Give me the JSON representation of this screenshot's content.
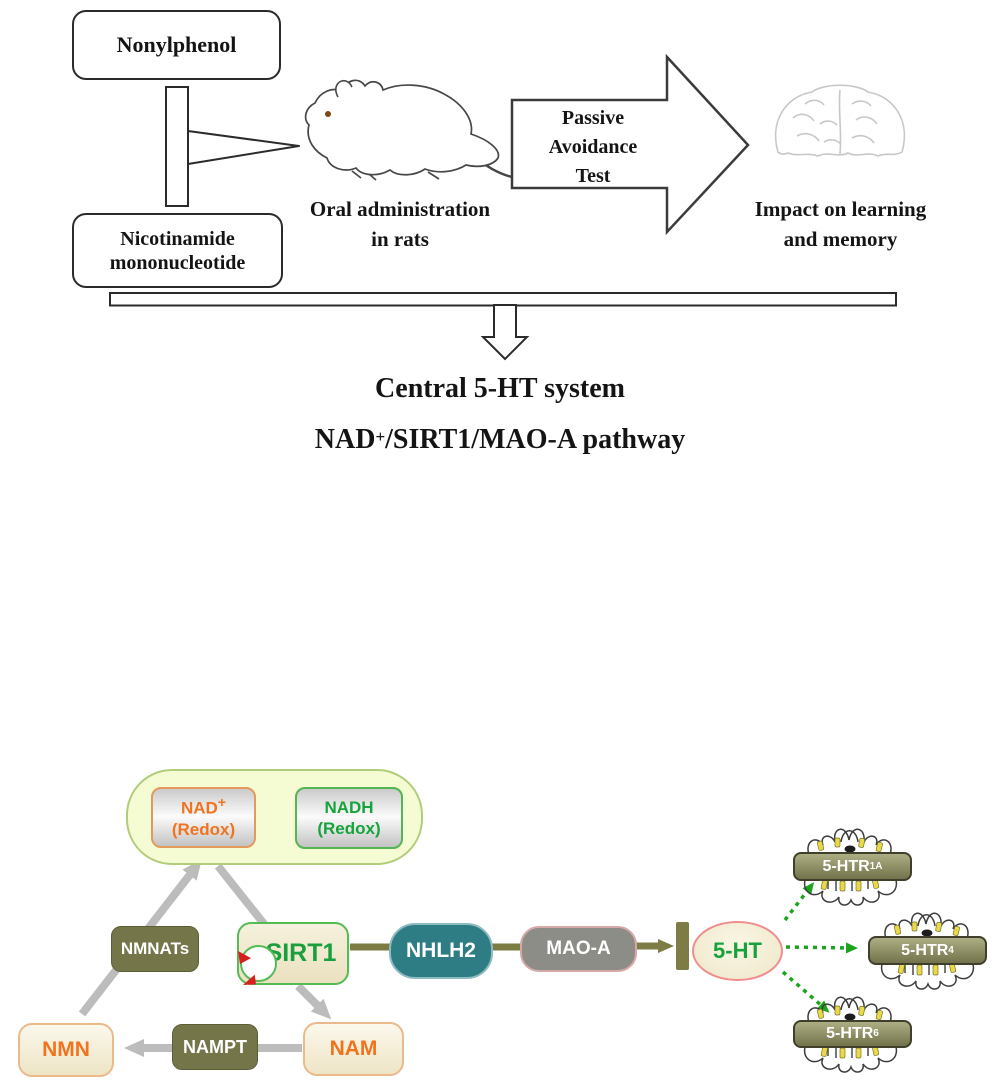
{
  "top": {
    "nonylphenol": "Nonylphenol",
    "nicotinamide_line1": "Nicotinamide",
    "nicotinamide_line2": "mononucleotide",
    "oral_line1": "Oral administration",
    "oral_line2": "in rats",
    "passive_line1": "Passive",
    "passive_line2": "Avoidance",
    "passive_line3": "Test",
    "impact_line1": "Impact on learning",
    "impact_line2": "and memory"
  },
  "middle": {
    "title1": "Central 5-HT system",
    "title2_pre": "NAD",
    "title2_sup": "+",
    "title2_post": "/SIRT1/MAO-A pathway"
  },
  "pathway": {
    "nad_base": "NAD",
    "nad_sup": "+",
    "nad_redox": "(Redox)",
    "nadh_base": "NADH",
    "nadh_redox": "(Redox)",
    "nmnats": "NMNATs",
    "sirt1": "SIRT1",
    "nhlh2": "NHLH2",
    "maoa": "MAO-A",
    "serotonin": "5-HT",
    "nmn": "NMN",
    "nampt": "NAMPT",
    "nam": "NAM",
    "receptors": [
      {
        "base": "5-HTR",
        "sub": "1A"
      },
      {
        "base": "5-HTR",
        "sub": "4"
      },
      {
        "base": "5-HTR",
        "sub": "6"
      }
    ]
  },
  "colors": {
    "olive_box": "#74764a",
    "olive_arrow": "#7c7c44",
    "receptor_bar": "#8c8c60",
    "teal_box": "#2e7d84",
    "gray_box": "#8d8d87",
    "cream_fill": "#f3edd6",
    "lime_fill": "#f5fbd3",
    "orange_text": "#f0741f",
    "green_text": "#17a33c",
    "gray_arrow": "#bcbcbc",
    "green_dotted_arrow": "#1ca41c",
    "red_accent": "#d62020"
  }
}
